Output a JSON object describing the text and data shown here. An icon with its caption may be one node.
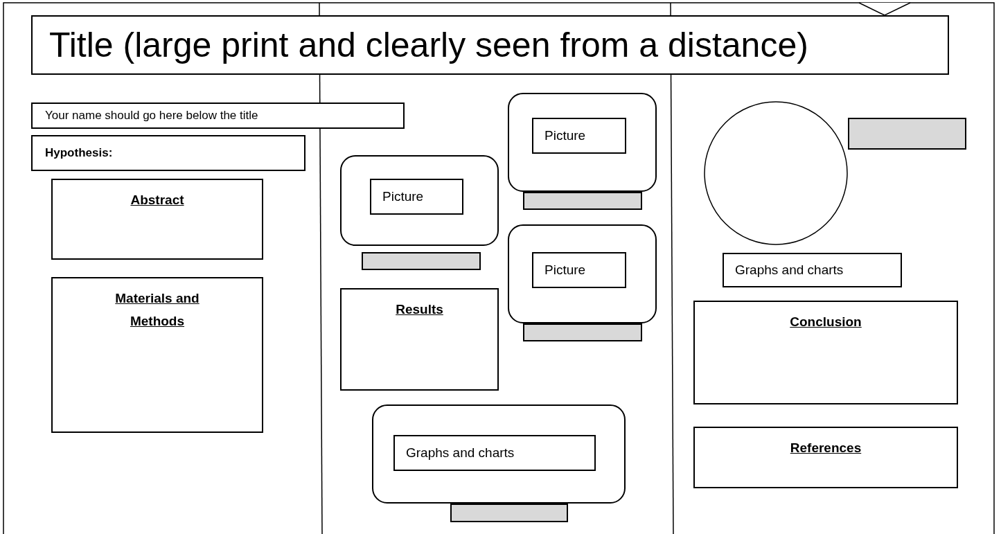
{
  "diagram": {
    "nodes": [
      {
        "text": [
          "Title (large print and clearly seen from a distance)"
        ]
      },
      {
        "text": [
          "Your name should go here below the title"
        ]
      },
      {
        "text": [
          "Hypothesis:"
        ]
      },
      {
        "text": [
          "Abstract"
        ]
      },
      {
        "text": [
          "Materials and Methods"
        ]
      },
      {
        "text": [],
        "shape": "box"
      },
      {
        "text": [
          "Picture"
        ],
        "in": 5
      },
      {
        "text": [],
        "shape": "box"
      },
      {
        "text": [
          "Picture"
        ],
        "in": 7
      },
      {
        "text": [],
        "shape": "bar"
      },
      {
        "text": [],
        "shape": "bar"
      },
      {
        "text": [],
        "shape": "box"
      },
      {
        "text": [
          "Picture"
        ],
        "in": 11
      },
      {
        "text": [
          "Results"
        ]
      },
      {
        "text": [],
        "shape": "bar"
      },
      {
        "text": [],
        "shape": "box"
      },
      {
        "text": [
          "Graphs and charts"
        ],
        "in": 15
      },
      {
        "text": [],
        "shape": "bar"
      },
      {
        "text": [],
        "shape": "circle"
      },
      {
        "text": [],
        "shape": "bar"
      },
      {
        "text": [
          "Graphs and charts"
        ]
      },
      {
        "text": [
          "Conclusion"
        ]
      },
      {
        "text": [
          "References"
        ]
      }
    ],
    "edges": []
  }
}
